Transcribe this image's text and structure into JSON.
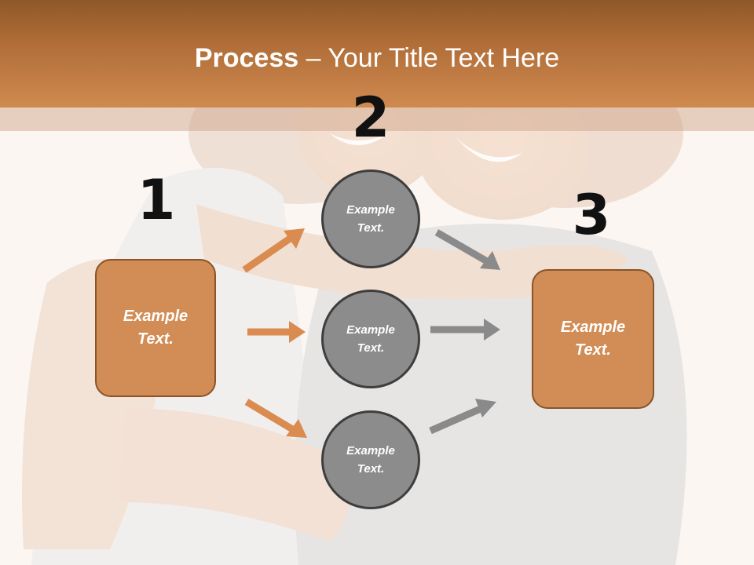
{
  "title": {
    "bold": "Process",
    "rest": " – Your Title Text Here"
  },
  "steps": {
    "n1": "1",
    "n2": "2",
    "n3": "3"
  },
  "input_box": {
    "line1": "Example",
    "line2": "Text."
  },
  "circles": [
    {
      "line1": "Example",
      "line2": "Text."
    },
    {
      "line1": "Example",
      "line2": "Text."
    },
    {
      "line1": "Example",
      "line2": "Text."
    }
  ],
  "output_box": {
    "line1": "Example",
    "line2": "Text."
  },
  "colors": {
    "header": "#c07a43",
    "box_fill": "#d18d55",
    "circle_fill": "#8c8c8c",
    "arrow_orange": "#d98b50",
    "arrow_gray": "#8a8a8a"
  },
  "background": {
    "image": "couple-hugging-photo"
  }
}
